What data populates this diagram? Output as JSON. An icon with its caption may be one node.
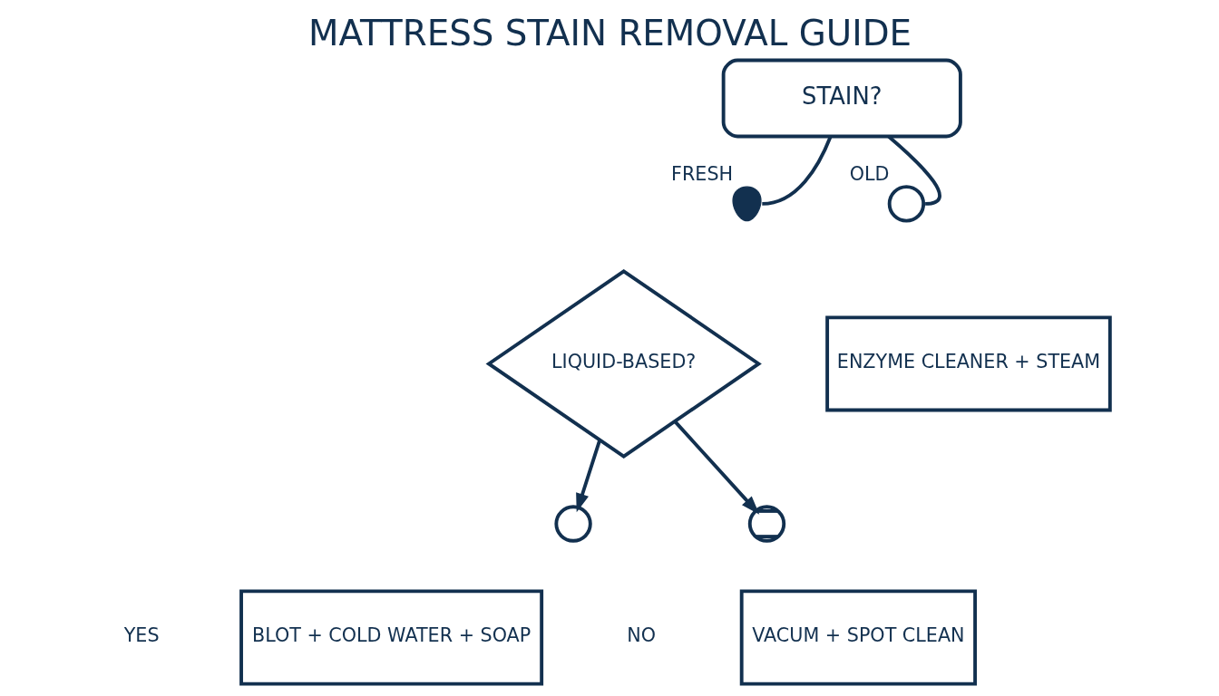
{
  "diagram": {
    "title": "MATTRESS STAIN REMOVAL GUIDE",
    "nodes": [
      {
        "text": [
          "STAIN?"
        ]
      },
      {
        "text": [],
        "shape": "drop",
        "beside": [
          "FRESH"
        ]
      },
      {
        "text": [],
        "shape": "clock",
        "beside": [
          "OLD"
        ]
      },
      {
        "text": [
          "LIQUID-BASED?"
        ]
      },
      {
        "text": [
          "ENZYME CLEANER + STEAM"
        ]
      },
      {
        "text": [],
        "shape": "check"
      },
      {
        "text": [],
        "shape": "cross"
      },
      {
        "text": [
          "BLOT + COLD WATER + SOAP"
        ]
      },
      {
        "text": [
          "VACUM + SPOT CLEAN"
        ]
      }
    ],
    "edges": [
      {
        "from": 0,
        "to": 1,
        "arrow": "none"
      },
      {
        "from": 0,
        "to": 2,
        "arrow": "none"
      },
      {
        "from": 3,
        "to": 5,
        "arrow": "to"
      },
      {
        "from": 3,
        "to": 6,
        "arrow": "to"
      }
    ],
    "labels": [
      "YES",
      "NO"
    ]
  }
}
